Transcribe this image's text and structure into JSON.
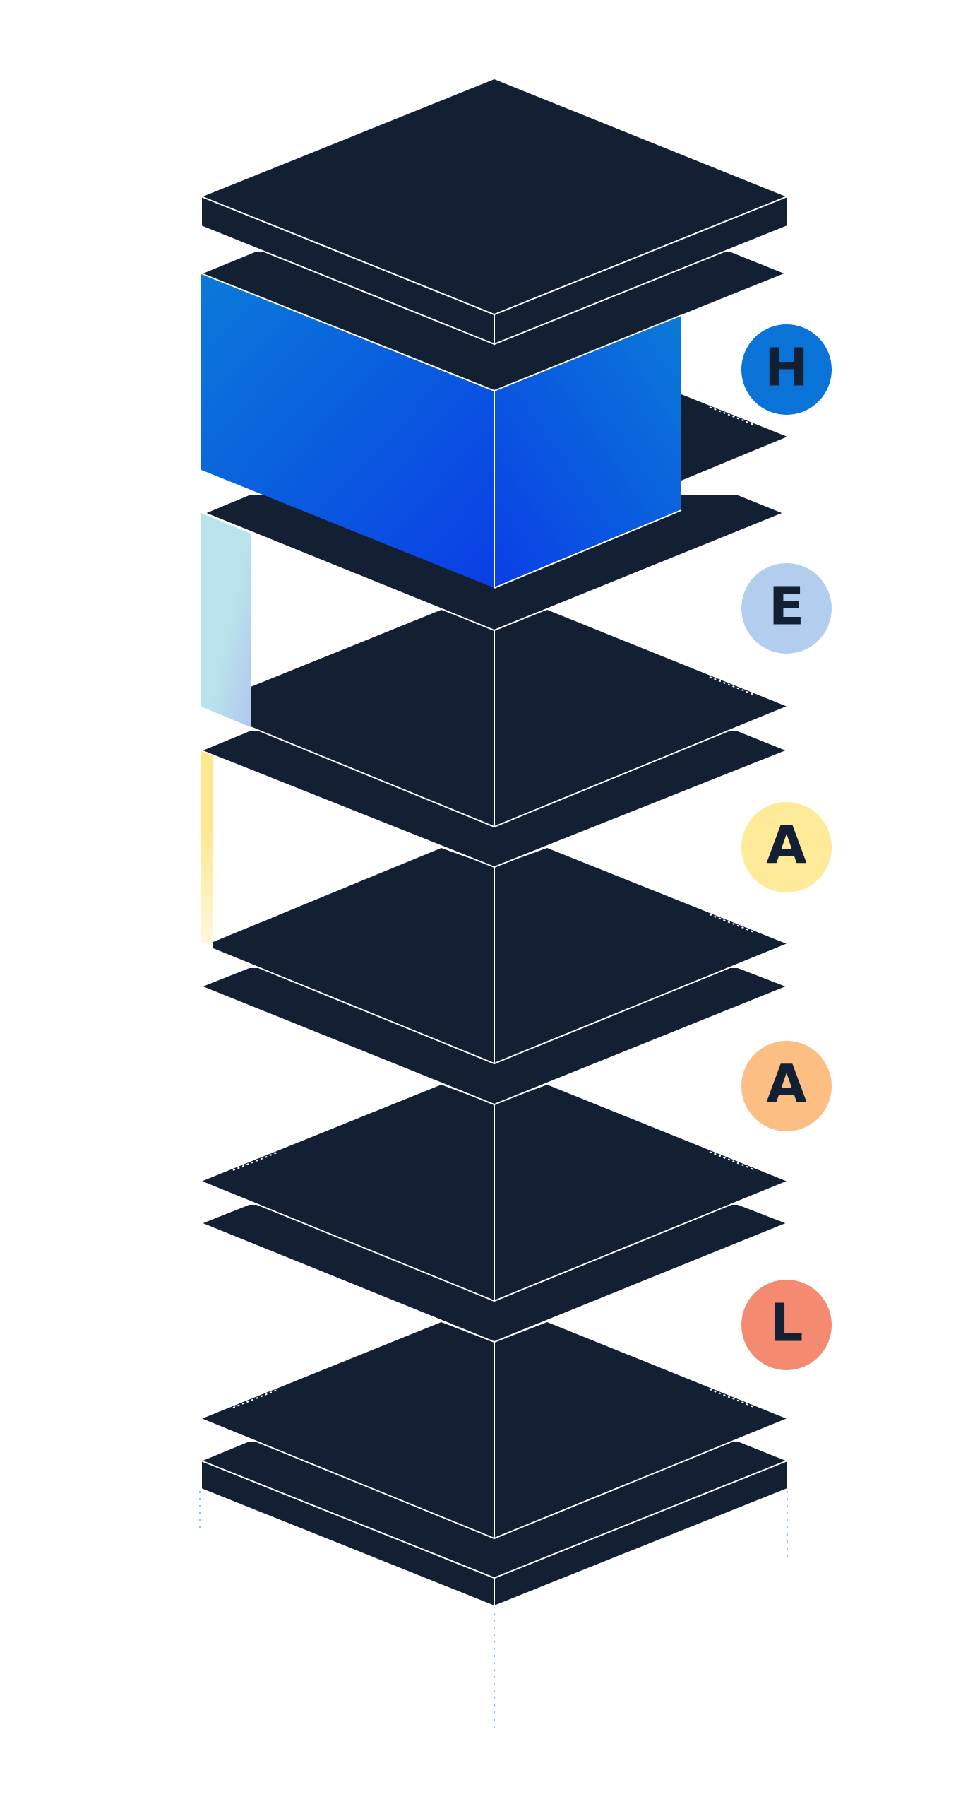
{
  "colors": {
    "background": "#ffffff",
    "slab": "#132034",
    "edge": "#ffffff",
    "guide": "#8ec3f2"
  },
  "badges": [
    {
      "letter": "H",
      "color": "#0a73d8",
      "text_color": "#132034"
    },
    {
      "letter": "E",
      "color": "#b2cdee",
      "text_color": "#132034"
    },
    {
      "letter": "A",
      "color": "#feea99",
      "text_color": "#132034"
    },
    {
      "letter": "A",
      "color": "#fdbe84",
      "text_color": "#132034"
    },
    {
      "letter": "L",
      "color": "#f48a6f",
      "text_color": "#132034"
    }
  ],
  "accents": [
    {
      "layer": "H",
      "colors": [
        "#0a7ad8",
        "#0a3ee6"
      ],
      "icon": "blue-box"
    },
    {
      "layer": "E",
      "colors": [
        "#b9e2ec",
        "#b2c6ee"
      ],
      "icon": "light-blue-strip"
    },
    {
      "layer": "A",
      "colors": [
        "#fde88f",
        "#fff8de"
      ],
      "icon": "yellow-strip"
    }
  ]
}
